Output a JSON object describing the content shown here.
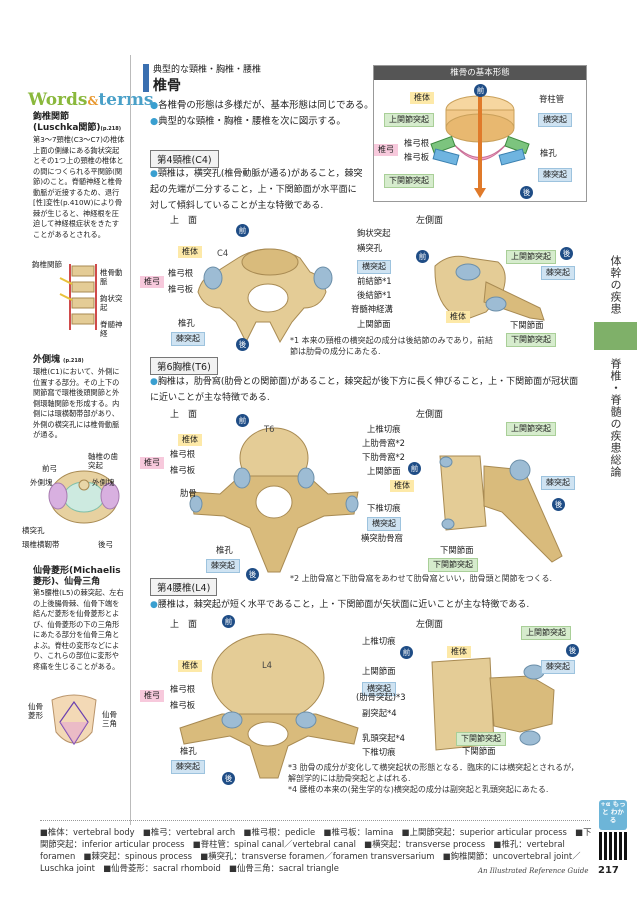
{
  "sidebar": {
    "logo": {
      "w": "Words",
      "amp": "&",
      "t": "terms"
    },
    "terms": [
      {
        "title": "鉤椎関節",
        "subtitle": "(Luschka関節)",
        "ref": "(p.218)",
        "body": "第3～7頸椎(C3～C7)の椎体上面の側縁にある鉤状突起とその1つ上の頸椎の椎体との間につくられる平関節(関節)のこと。脊髄神経と椎骨動脈が近接するため、退行[性]変性(p.410W)により骨棘が生じると、神経根を圧迫して神経根症状をきたすことがあるとされる。"
      },
      {
        "title": "外側塊",
        "ref": "(p.218)",
        "body": "環椎(C1)において、外側に位置する部分。その上下の関節窩で環椎後頭関節と外側環軸関節を形成する。内側には環横靭帯部があり、外側の横突孔には椎骨動脈が通る。"
      },
      {
        "title": "仙骨菱形(Michaelis菱形)、仙骨三角",
        "body": "第5腰椎(L5)の棘突起、左右の上後腸骨棘、仙骨下端を結んだ菱形を仙骨菱形とよび、仙骨菱形の下の三角形にあたる部分を仙骨三角とよぶ。脊柱の変形などにより、これらの部位に変形や疼痛を生じることがある。"
      }
    ],
    "fig1_labels": [
      "鉤椎関節",
      "椎骨動脈",
      "鉤状突起",
      "脊髄神経"
    ],
    "fig2_labels": [
      "軸椎の歯突起",
      "前弓",
      "外側塊",
      "外側塊",
      "横突孔",
      "環椎横靭帯",
      "後弓"
    ],
    "fig3_labels": [
      "仙骨菱形",
      "仙骨三角"
    ]
  },
  "right_tab": {
    "chapter": "体幹の疾患",
    "section": "脊椎・脊髄の疾患総論",
    "plus": "+α もっと わかる",
    "page": "217"
  },
  "section": {
    "kicker": "典型的な頸椎・胸椎・腰椎",
    "title": "椎骨",
    "bullets": [
      "各椎骨の形態は多様だが、基本形態は同じである。",
      "典型的な頸椎・胸椎・腰椎を次に図示する。"
    ]
  },
  "basic": {
    "title": "椎骨の基本形態",
    "labels": {
      "body": "椎体",
      "front": "前",
      "back": "後",
      "canal": "脊柱管",
      "sup": "上関節突起",
      "trans": "横突起",
      "arch": "椎弓",
      "pedicle": "椎弓根",
      "lamina": "椎弓板",
      "foramen": "椎孔",
      "inf": "下関節突起",
      "spinous": "棘突起"
    }
  },
  "c4": {
    "header": "第4頸椎(C4)",
    "text": "頸椎は，横突孔(椎骨動脈が通る)があること，棘突起の先端が二分すること，上・下関節面が水平面に対して傾斜していることが主な特徴である.",
    "top_title": "上　面",
    "side_title": "左側面",
    "vert_label": "C4",
    "labels": {
      "front": "前",
      "back": "後",
      "body": "椎体",
      "arch": "椎弓",
      "pedicle": "椎弓根",
      "lamina": "椎弓板",
      "foramen": "椎孔",
      "spinous": "棘突起",
      "uncinate": "鉤状突起",
      "trans_foramen": "横突孔",
      "trans": "横突起",
      "ant_tub": "前結節*1",
      "post_tub": "後結節*1",
      "groove": "脊髄神経溝",
      "sup_facet": "上関節面",
      "sup_proc": "上関節突起",
      "inf_facet": "下関節面",
      "inf_proc": "下関節突起",
      "side_body": "椎体",
      "side_spinous": "棘突起"
    },
    "note": "*1 本来の頸椎の横突起の成分は後結節のみであり，前結節は肋骨の成分にあたる."
  },
  "t6": {
    "header": "第6胸椎(T6)",
    "text": "胸椎は，肋骨窩(肋骨との関節面)があること，棘突起が後下方に長く伸びること，上・下関節面が冠状面に近いことが主な特徴である.",
    "top_title": "上　面",
    "side_title": "左側面",
    "vert_label": "T6",
    "labels": {
      "body": "椎体",
      "arch": "椎弓",
      "pedicle": "椎弓根",
      "lamina": "椎弓板",
      "costal": "肋骨",
      "foramen": "椎孔",
      "spinous": "棘突起",
      "sup_notch": "上椎切痕",
      "sup_costal": "上肋骨窩*2",
      "inf_costal": "下肋骨窩*2",
      "sup_facet": "上関節面",
      "inf_notch": "下椎切痕",
      "trans": "横突起",
      "trans_costal": "横突肋骨窩",
      "inf_facet": "下関節面",
      "inf_proc": "下関節突起",
      "sup_proc": "上関節突起",
      "side_body": "椎体",
      "side_spinous": "棘突起",
      "front": "前",
      "back": "後"
    },
    "note": "*2 上肋骨窩と下肋骨窩をあわせて肋骨窩といい，肋骨頭と関節をつくる."
  },
  "l4": {
    "header": "第4腰椎(L4)",
    "text": "腰椎は，棘突起が短く水平であること，上・下関節面が矢状面に近いことが主な特徴である.",
    "top_title": "上　面",
    "side_title": "左側面",
    "vert_label": "L4",
    "labels": {
      "front": "前",
      "back": "後",
      "body": "椎体",
      "arch": "椎弓",
      "pedicle": "椎弓根",
      "lamina": "椎弓板",
      "foramen": "椎孔",
      "spinous": "棘突起",
      "sup_notch": "上椎切痕",
      "sup_facet": "上関節面",
      "trans": "横突起",
      "costal_proc": "(肋骨突起)*3",
      "accessory": "副突起*4",
      "mammillary": "乳頭突起*4",
      "inf_notch": "下椎切痕",
      "sup_proc": "上関節突起",
      "inf_facet": "下関節面",
      "inf_proc": "下関節突起",
      "side_body": "椎体",
      "side_spinous": "棘突起"
    },
    "note3": "*3 肋骨の成分が変化して横突起状の形態となる．臨床的には横突起とされるが，解剖学的には肋骨突起とよばれる.",
    "note4": "*4 腰椎の本来の(発生学的な)横突起の成分は副突起と乳頭突起にあたる."
  },
  "glossary": "■椎体：vertebral body　■椎弓：vertebral arch　■椎弓根：pedicle　■椎弓板：lamina　■上関節突起：superior articular process　■下関節突起：inferior articular process　■脊柱管：spinal canal／vertebral canal　■横突起：transverse process　■椎孔：vertebral foramen　■棘突起：spinous process　■横突孔：transverse foramen／foramen transversarium　■鉤椎関節：uncovertebral joint／Luschka joint　■仙骨菱形：sacral rhomboid　■仙骨三角：sacral triangle",
  "footer": "An Illustrated Reference Guide",
  "colors": {
    "accent": "#3a6fb0",
    "tab_green": "#7fb069",
    "bone": "#e4cc96",
    "cartilage": "#9dbcd4",
    "body_tag": "#fde9a8",
    "process_tag": "#d6eccd",
    "trans_tag": "#cfe3f2",
    "arch_tag": "#f7c9dc"
  }
}
